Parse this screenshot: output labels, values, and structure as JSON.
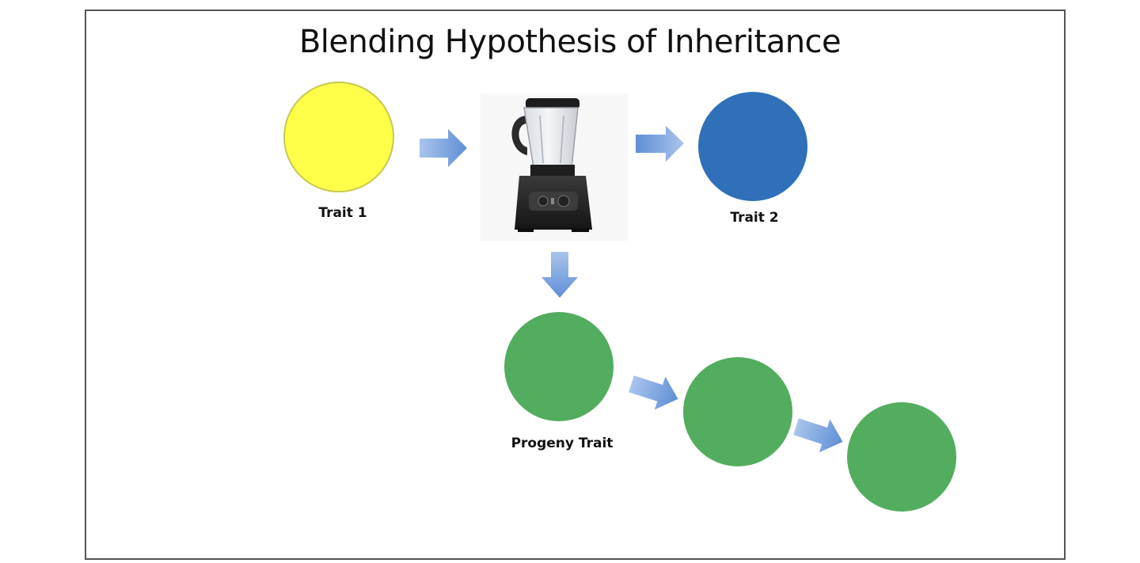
{
  "title": "Blending Hypothesis of Inheritance",
  "nodes": {
    "trait1": {
      "label": "Trait 1",
      "color": "#ffff4a",
      "stroke": "#c8c850"
    },
    "trait2": {
      "label": "Trait 2",
      "color": "#2f70b8"
    },
    "blender": {
      "icon": "blender-icon"
    },
    "progeny": {
      "label": "Progeny Trait",
      "color": "#52ad5e"
    },
    "gen2": {
      "color": "#52ad5e"
    },
    "gen3": {
      "color": "#52ad5e"
    }
  },
  "colors": {
    "arrow_light": "#a9c4ec",
    "arrow_dark": "#5f8fd6",
    "frame": "#555555"
  }
}
